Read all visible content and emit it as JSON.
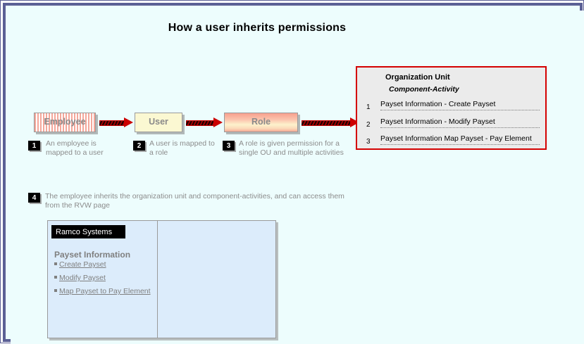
{
  "title": "How  a user inherits permissions",
  "flow": {
    "boxes": [
      {
        "label": "Employee",
        "name": "employee"
      },
      {
        "label": "User",
        "name": "user"
      },
      {
        "label": "Role",
        "name": "role"
      }
    ],
    "steps": [
      {
        "number": "1",
        "text": "An employee is mapped  to a user"
      },
      {
        "number": "2",
        "text": "A user is mapped  to a role"
      },
      {
        "number": "3",
        "text": "A role is given permission for a single OU and multiple activities"
      },
      {
        "number": "4",
        "text": "The employee inherits the organization unit and component-activities, and can access them from the RVW page"
      }
    ]
  },
  "org_unit": {
    "title": "Organization Unit",
    "subtitle": "Component-Activity",
    "rows": [
      {
        "number": "1",
        "label": "Payset Information - Create Payset"
      },
      {
        "number": "2",
        "label": "Payset Information - Modify Payset"
      },
      {
        "number": "3",
        "label": "Payset Information Map Payset - Pay Element"
      }
    ],
    "border_color": "#d40000",
    "background_color": "#ebebeb"
  },
  "ramco_panel": {
    "header": "Ramco Systems",
    "section_title": "Payset Information",
    "links": [
      "Create Payset",
      "Modify Payset",
      "Map Payset to Pay Element"
    ],
    "background_color": "#dcecfb"
  },
  "colors": {
    "canvas": "#edfdfd",
    "frame": "#5b6095",
    "arrow": "#cc0000",
    "muted_text": "#8c8c8c"
  }
}
